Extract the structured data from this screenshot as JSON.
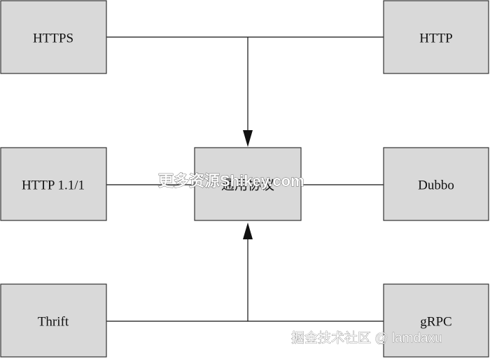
{
  "nodes": {
    "https": "HTTPS",
    "http": "HTTP",
    "http11": "HTTP 1.1/1",
    "center": "通用协议",
    "dubbo": "Dubbo",
    "thrift": "Thrift",
    "grpc": "gRPC"
  },
  "watermarks": {
    "overlay": "更多资源Shikey.com",
    "credit": "掘金技术社区 @ lamdaxu"
  },
  "colors": {
    "box_fill": "#d9d9d9",
    "box_stroke": "#333333",
    "line": "#111111"
  }
}
